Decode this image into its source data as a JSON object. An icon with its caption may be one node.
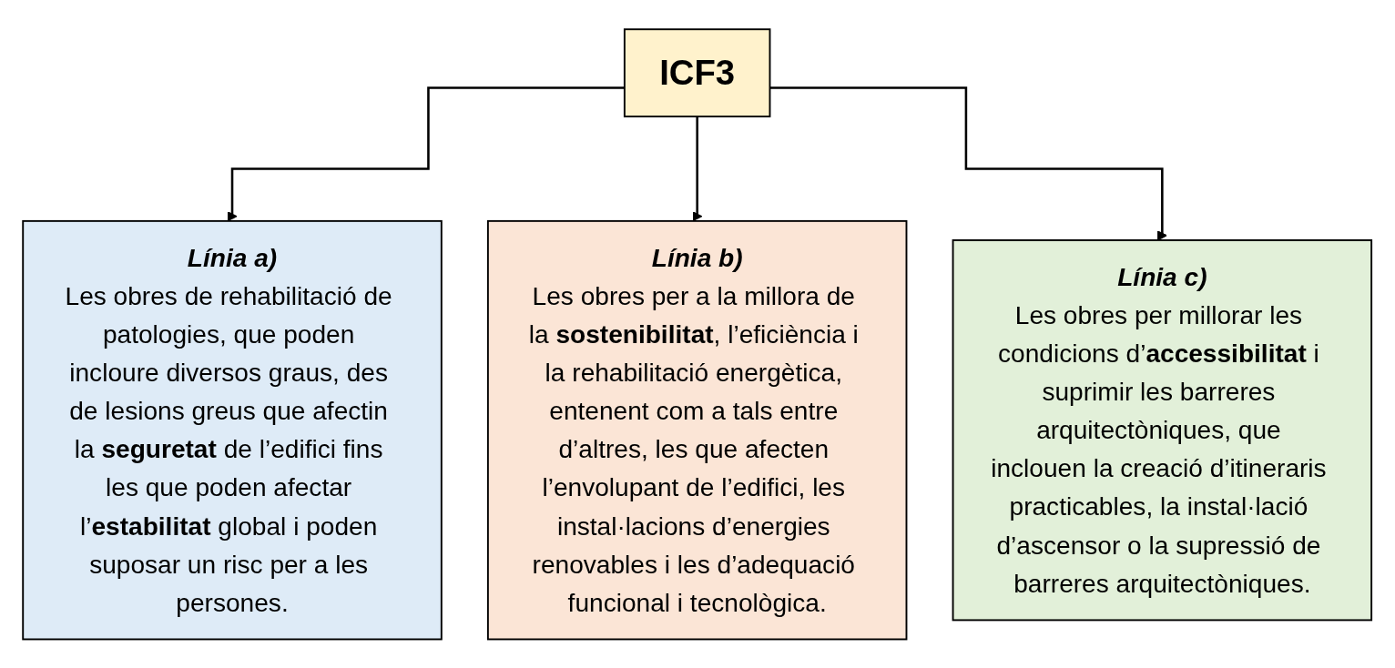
{
  "diagram": {
    "nodes": [
      {
        "text": [
          "ICF3"
        ]
      },
      {
        "text": [
          "Línia a)",
          "Les obres de rehabilitació de patologies, que poden incloure diversos graus, des de lesions greus que afectin la **seguretat** de l’edifici fins les que poden afectar l’**estabilitat** global i poden suposar un risc per a les persones."
        ]
      },
      {
        "text": [
          "Línia b)",
          "Les obres per a la millora de la **sostenibilitat**, l’eficiència i la rehabilitació energètica, entenent com a tals entre d’altres, les que afecten l’envolupant de l’edifici, les instal·lacions d’energies renovables i les d’adequació funcional i tecnològica."
        ]
      },
      {
        "text": [
          "Línia c)",
          "Les obres per millorar les condicions d’**accessibilitat** i suprimir les barreres arquitectòniques, que inclouen la creació d’itineraris practicables, la instal·lació d’ascensor o la supressió de barreres arquitectòniques."
        ]
      }
    ],
    "edges": [
      {
        "from": 0,
        "to": 1,
        "arrow": "to"
      },
      {
        "from": 0,
        "to": 2,
        "arrow": "to"
      },
      {
        "from": 0,
        "to": 3,
        "arrow": "to"
      }
    ]
  }
}
